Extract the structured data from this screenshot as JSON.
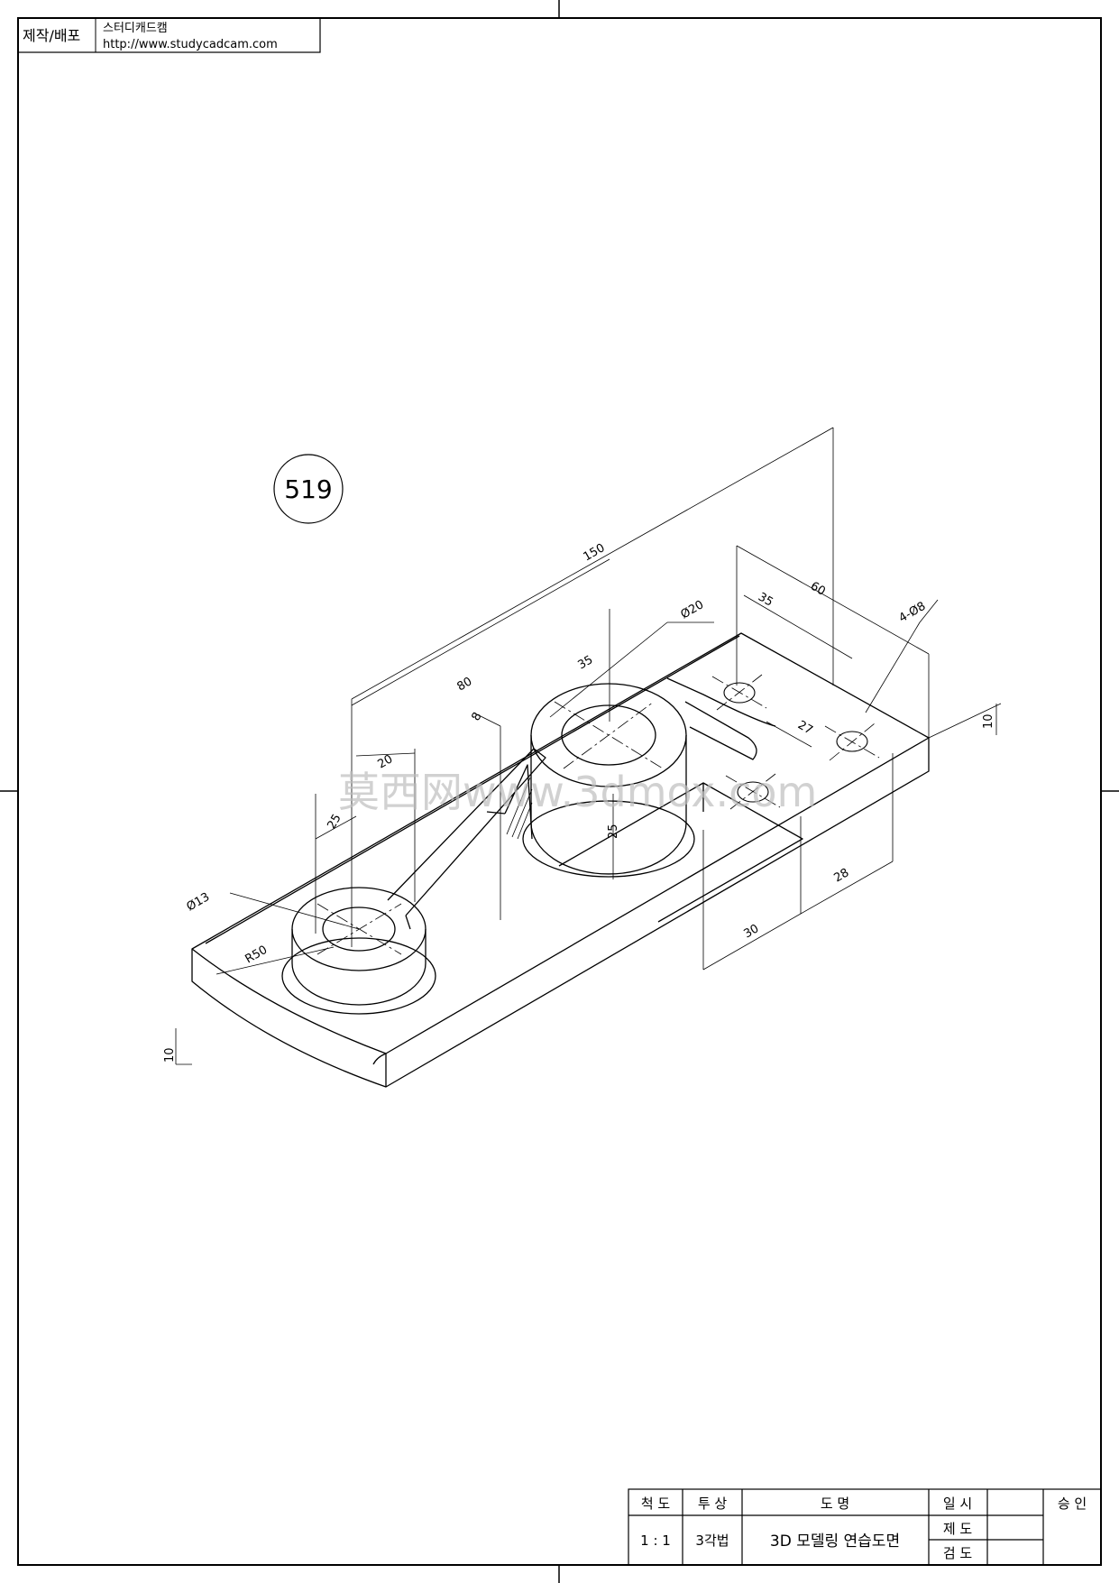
{
  "header": {
    "label": "제작/배포",
    "company": "스터디캐드캠",
    "url": "http://www.studycadcam.com"
  },
  "drawing": {
    "number": "519",
    "watermark": "莫西网www.3dmox.com",
    "dimensions": {
      "overall_length": "150",
      "length_80": "80",
      "hole_spacing_60": "60",
      "edge_35_right": "35",
      "boss_35": "35",
      "boss_dia": "Ø20",
      "holes": "4-Ø8",
      "height_10_right": "10",
      "rib_8": "8",
      "width_20": "20",
      "offset_25": "25",
      "boss_height_25": "25",
      "hole_27": "27",
      "small_boss_dia": "Ø13",
      "radius": "R50",
      "plate_thickness": "10",
      "width_30": "30",
      "width_28": "28"
    }
  },
  "title_block": {
    "scale_label": "척 도",
    "scale_value": "1 : 1",
    "projection_label": "투 상",
    "projection_value": "3각법",
    "name_label": "도 명",
    "name_value": "3D 모델링 연습도면",
    "date_label": "일 시",
    "drawn_label": "제 도",
    "checked_label": "검 도",
    "approval_label": "승 인"
  }
}
